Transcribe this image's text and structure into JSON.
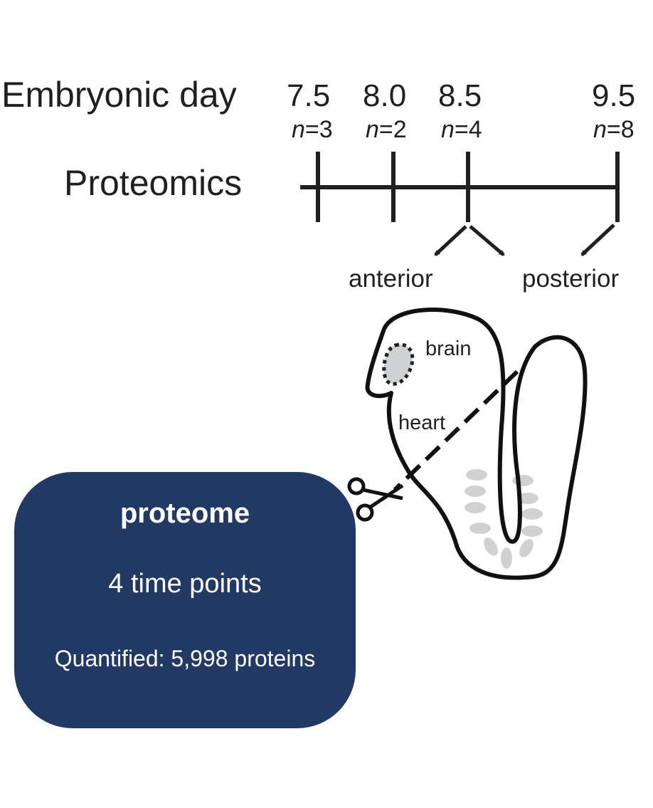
{
  "timeline": {
    "row_label": "Embryonic day",
    "track_label": "Proteomics",
    "points": [
      {
        "day": "7.5",
        "n_var": "n",
        "n_val": "=3"
      },
      {
        "day": "8.0",
        "n_var": "n",
        "n_val": "=2"
      },
      {
        "day": "8.5",
        "n_var": "n",
        "n_val": "=4"
      },
      {
        "day": "9.5",
        "n_var": "n",
        "n_val": "=8"
      }
    ]
  },
  "regions": {
    "anterior": "anterior",
    "posterior": "posterior"
  },
  "embryo": {
    "brain": "brain",
    "heart": "heart"
  },
  "summary": {
    "title": "proteome",
    "time_points": "4 time points",
    "quantified": "Quantified: 5,998 proteins"
  },
  "colors": {
    "box": "#223963",
    "ink": "#231f20",
    "tissue": "#cfd1d3"
  },
  "icons": [
    "scissors-icon",
    "arrow-icon"
  ]
}
